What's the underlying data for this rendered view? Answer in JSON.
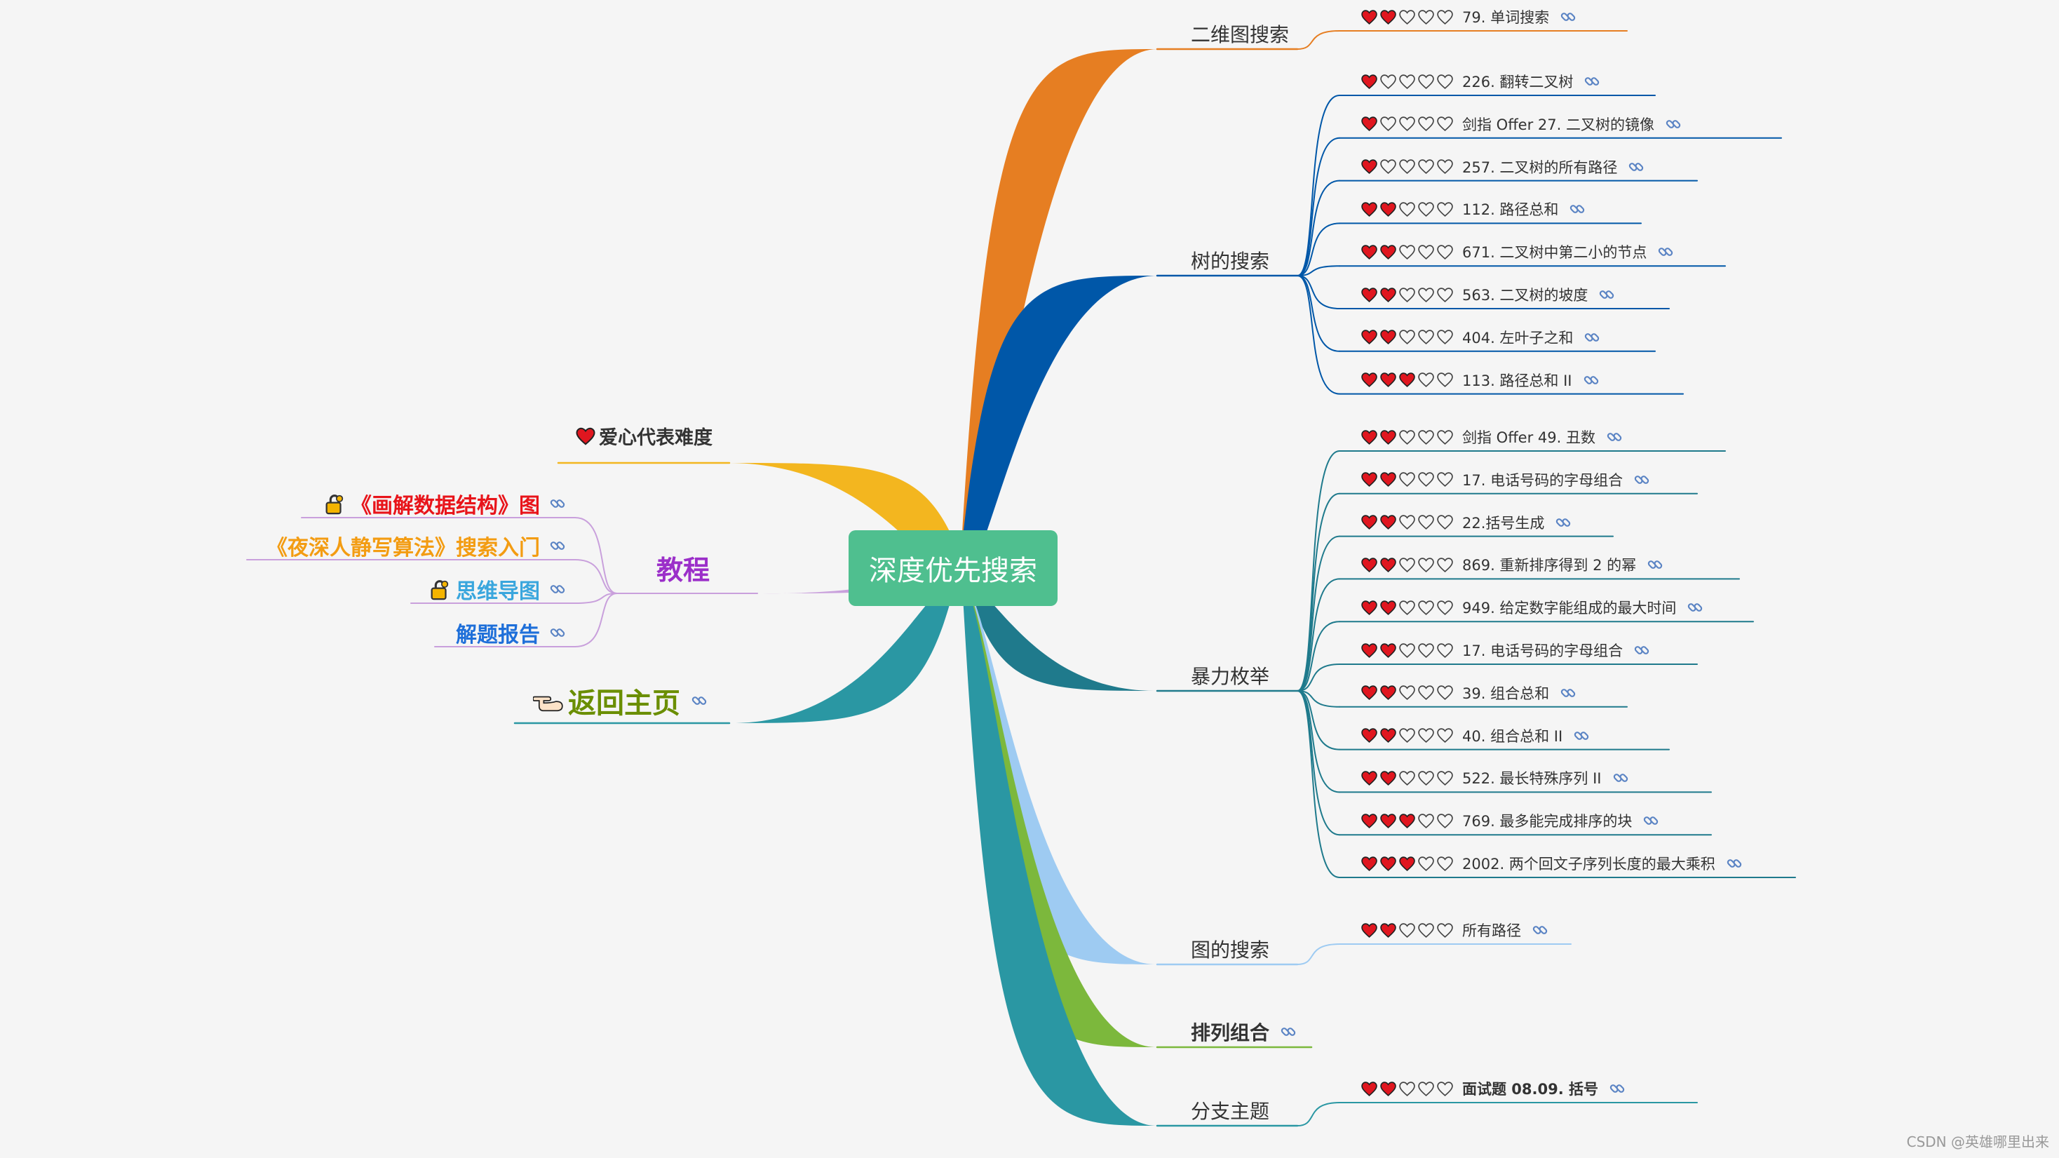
{
  "root": {
    "label": "深度优先搜索"
  },
  "colors": {
    "root_bg": "#4fbf8f",
    "heart_filled": "#e0161f",
    "heart_outline": "#444444",
    "link_icon": "#5b84c4",
    "orange": "#e67e22",
    "blue": "#0057a8",
    "teal": "#1f7a8c",
    "light_blue": "#9ecbf2",
    "green": "#7cb83c",
    "teal2": "#2a97a3",
    "yellow": "#f3b61f",
    "purple": "#c9a0dc"
  },
  "right_branches": [
    {
      "label": "二维图搜索",
      "bold": false,
      "leaves": [
        {
          "filled": 2,
          "text": "79. 单词搜索",
          "bold": false,
          "link": true
        }
      ]
    },
    {
      "label": "树的搜索",
      "bold": false,
      "leaves": [
        {
          "filled": 1,
          "text": "226. 翻转二叉树",
          "bold": false,
          "link": true
        },
        {
          "filled": 1,
          "text": "剑指 Offer 27. 二叉树的镜像",
          "bold": false,
          "link": true
        },
        {
          "filled": 1,
          "text": "257. 二叉树的所有路径",
          "bold": false,
          "link": true
        },
        {
          "filled": 2,
          "text": "112. 路径总和",
          "bold": false,
          "link": true
        },
        {
          "filled": 2,
          "text": "671. 二叉树中第二小的节点",
          "bold": false,
          "link": true
        },
        {
          "filled": 2,
          "text": "563. 二叉树的坡度",
          "bold": false,
          "link": true
        },
        {
          "filled": 2,
          "text": "404. 左叶子之和",
          "bold": false,
          "link": true
        },
        {
          "filled": 3,
          "text": "113. 路径总和 II",
          "bold": false,
          "link": true
        }
      ]
    },
    {
      "label": "暴力枚举",
      "bold": false,
      "leaves": [
        {
          "filled": 2,
          "text": "剑指 Offer 49. 丑数",
          "bold": false,
          "link": true
        },
        {
          "filled": 2,
          "text": "17. 电话号码的字母组合",
          "bold": false,
          "link": true
        },
        {
          "filled": 2,
          "text": "22.括号生成",
          "bold": false,
          "link": true
        },
        {
          "filled": 2,
          "text": "869. 重新排序得到 2 的幂",
          "bold": false,
          "link": true
        },
        {
          "filled": 2,
          "text": "949. 给定数字能组成的最大时间",
          "bold": false,
          "link": true
        },
        {
          "filled": 2,
          "text": "17. 电话号码的字母组合",
          "bold": false,
          "link": true
        },
        {
          "filled": 2,
          "text": "39. 组合总和",
          "bold": false,
          "link": true
        },
        {
          "filled": 2,
          "text": "40. 组合总和 II",
          "bold": false,
          "link": true
        },
        {
          "filled": 2,
          "text": "522. 最长特殊序列 II",
          "bold": false,
          "link": true
        },
        {
          "filled": 3,
          "text": "769. 最多能完成排序的块",
          "bold": false,
          "link": true
        },
        {
          "filled": 3,
          "text": "2002. 两个回文子序列长度的最大乘积",
          "bold": false,
          "link": true
        }
      ]
    },
    {
      "label": "图的搜索",
      "bold": false,
      "leaves": [
        {
          "filled": 2,
          "text": "所有路径",
          "bold": false,
          "link": true
        }
      ]
    },
    {
      "label": "排列组合",
      "bold": true,
      "link": true,
      "leaves": []
    },
    {
      "label": "分支主题",
      "bold": false,
      "leaves": [
        {
          "filled": 2,
          "text": "面试题 08.09. 括号",
          "bold": true,
          "link": true
        }
      ]
    }
  ],
  "left_branches": {
    "difficulty": {
      "label": "爱心代表难度"
    },
    "tutorial": {
      "label": "教程",
      "items": [
        {
          "text": "《画解数据结构》图",
          "color": "#e8141a",
          "lock": true,
          "link": true
        },
        {
          "text": "《夜深人静写算法》搜索入门",
          "color": "#f39c12",
          "lock": false,
          "link": true
        },
        {
          "text": "思维导图",
          "color": "#3aa6dd",
          "lock": true,
          "link": true
        },
        {
          "text": "解题报告",
          "color": "#1e6fd9",
          "lock": false,
          "link": true
        }
      ]
    },
    "home": {
      "label": "返回主页",
      "color": "#6a8e00",
      "link": true
    }
  },
  "watermark": "CSDN @英雄哪里出来"
}
